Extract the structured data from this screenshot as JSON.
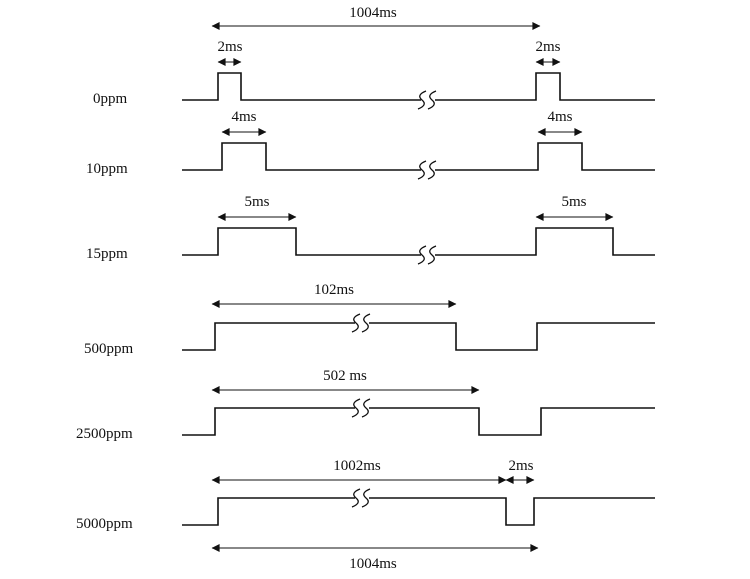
{
  "diagram": {
    "period_top": "1004ms",
    "period_bottom": "1004ms",
    "rows": [
      {
        "name": "0ppm",
        "left_width": "2ms",
        "right_width": "2ms"
      },
      {
        "name": "10ppm",
        "left_width": "4ms",
        "right_width": "4ms"
      },
      {
        "name": "15ppm",
        "left_width": "5ms",
        "right_width": "5ms"
      },
      {
        "name": "500ppm",
        "high_duration": "102ms"
      },
      {
        "name": "2500ppm",
        "high_duration": "502 ms"
      },
      {
        "name": "5000ppm",
        "high_duration": "1002ms",
        "low_duration": "2ms"
      }
    ],
    "colors": {
      "line": "#111111",
      "background": "#ffffff"
    }
  }
}
